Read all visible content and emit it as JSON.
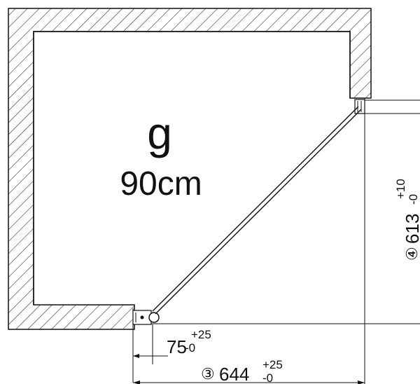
{
  "label_letter": "g",
  "label_size": "90cm",
  "dim_bottom_small": {
    "value": "75",
    "tol_upper": "+25",
    "tol_lower": "-0"
  },
  "dim_bottom_total": {
    "marker": "③",
    "value": "644",
    "tol_upper": "+25",
    "tol_lower": "-0"
  },
  "dim_right": {
    "marker": "④",
    "value": "613",
    "tol_upper": "+10",
    "tol_lower": "-0"
  },
  "colors": {
    "line": "#111111",
    "hatch": "#333333",
    "background": "#ffffff"
  }
}
